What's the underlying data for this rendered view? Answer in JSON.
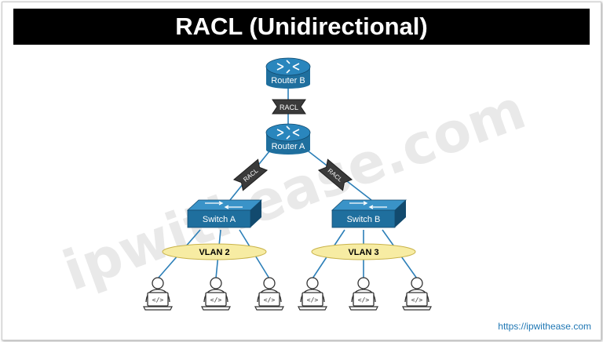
{
  "title": "RACL (Unidirectional)",
  "watermark": "ipwithease.com",
  "url": "https://ipwithease.com",
  "colors": {
    "device_blue": "#1f6f9e",
    "device_dark": "#124a6e",
    "link_blue": "#2c7fb8",
    "vlan_fill": "#f7eca3",
    "vlan_stroke": "#c9b34a",
    "acl_fill": "#3a3a3a"
  },
  "routers": [
    {
      "label": "Router B"
    },
    {
      "label": "Router A"
    }
  ],
  "acls": [
    {
      "label": "RACL"
    },
    {
      "label": "RACL"
    },
    {
      "label": "RACL"
    }
  ],
  "switches": [
    {
      "label": "Switch A"
    },
    {
      "label": "Switch B"
    }
  ],
  "vlans": [
    {
      "label": "VLAN 2"
    },
    {
      "label": "VLAN 3"
    }
  ],
  "hosts": [
    {
      "icon": "code-laptop-user-icon"
    },
    {
      "icon": "code-laptop-user-icon"
    },
    {
      "icon": "code-laptop-user-icon"
    },
    {
      "icon": "code-laptop-user-icon"
    },
    {
      "icon": "code-laptop-user-icon"
    },
    {
      "icon": "code-laptop-user-icon"
    }
  ]
}
